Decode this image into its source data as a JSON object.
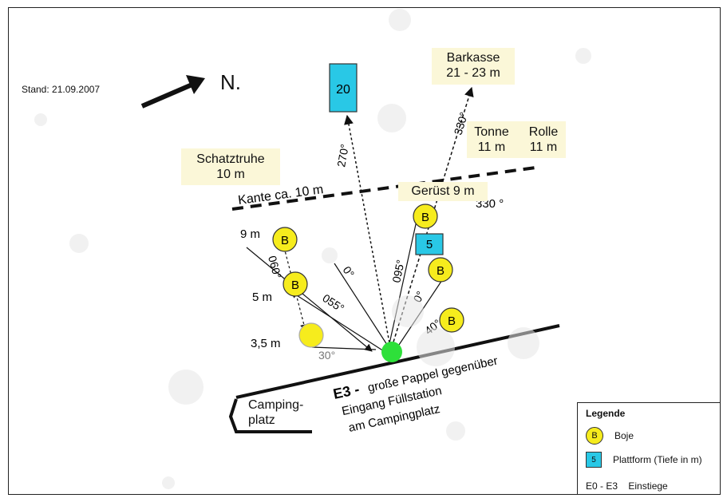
{
  "stand": "Stand: 21.09.2007",
  "north": "N.",
  "platform_20": "20",
  "platform_5": "5",
  "buoy": "B",
  "barkasse": {
    "name": "Barkasse",
    "depth": "21 - 23 m"
  },
  "tonne": {
    "name": "Tonne",
    "depth": "11 m"
  },
  "rolle": {
    "name": "Rolle",
    "depth": "11 m"
  },
  "schatztruhe": {
    "name": "Schatztruhe",
    "depth": "10 m"
  },
  "kante": "Kante ca. 10 m",
  "geruest": "Gerüst 9 m",
  "bearings": {
    "b270": "270°",
    "b330a": "330°",
    "b330b": "330 °",
    "b060": "060°",
    "b055": "055°",
    "b095": "095°",
    "b_frag1": "0°",
    "b_frag2": "0°",
    "b_frag3": "40°",
    "b_frag4": "30°"
  },
  "depths": {
    "d9": "9 m",
    "d5": "5 m",
    "d35": "3,5 m"
  },
  "e3": {
    "code": "E3 -",
    "line1": "große Pappel gegenüber",
    "line2": "Eingang Füllstation",
    "line3": "am Campingplatz"
  },
  "camping": {
    "line1": "Camping-",
    "line2": "platz"
  },
  "legend": {
    "title": "Legende",
    "buoy_label": "Boje",
    "platform_label": "Plattform (Tiefe in m)",
    "platform_sample": "5",
    "entries": "E0 - E3    Einstiege"
  },
  "colors": {
    "buoy": "#f6ec1d",
    "platform": "#29c8e6",
    "entry": "#2ee03a",
    "highlight": "#fbf7d8"
  }
}
